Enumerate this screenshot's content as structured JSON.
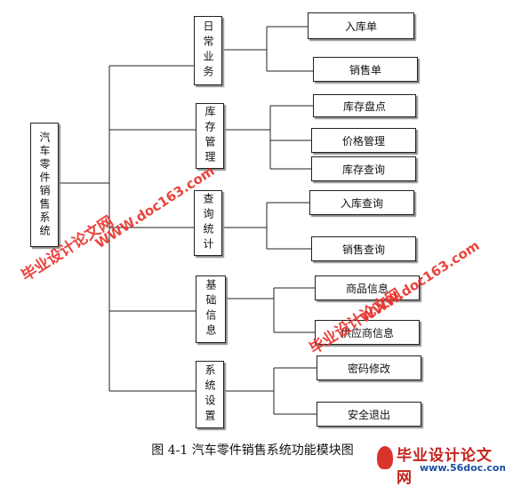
{
  "diagram": {
    "root": "汽车零件销售系统",
    "branches": [
      {
        "label": "日常业务",
        "children": [
          "入库单",
          "销售单"
        ]
      },
      {
        "label": "库存管理",
        "children": [
          "库存盘点",
          "价格管理",
          "库存查询"
        ]
      },
      {
        "label": "查询统计",
        "children": [
          "入库查询",
          "销售查询"
        ]
      },
      {
        "label": "基础信息",
        "children": [
          "商品信息",
          "供应商信息"
        ]
      },
      {
        "label": "系统设置",
        "children": [
          "密码修改",
          "安全退出"
        ]
      }
    ]
  },
  "caption": "图 4-1  汽车零件销售系统功能模块图",
  "watermarks": {
    "cn": "毕业设计论文网",
    "url": "WWW.doc163.com",
    "logo_cn": "毕业设计论文网",
    "logo_url": "www.56doc.com"
  }
}
